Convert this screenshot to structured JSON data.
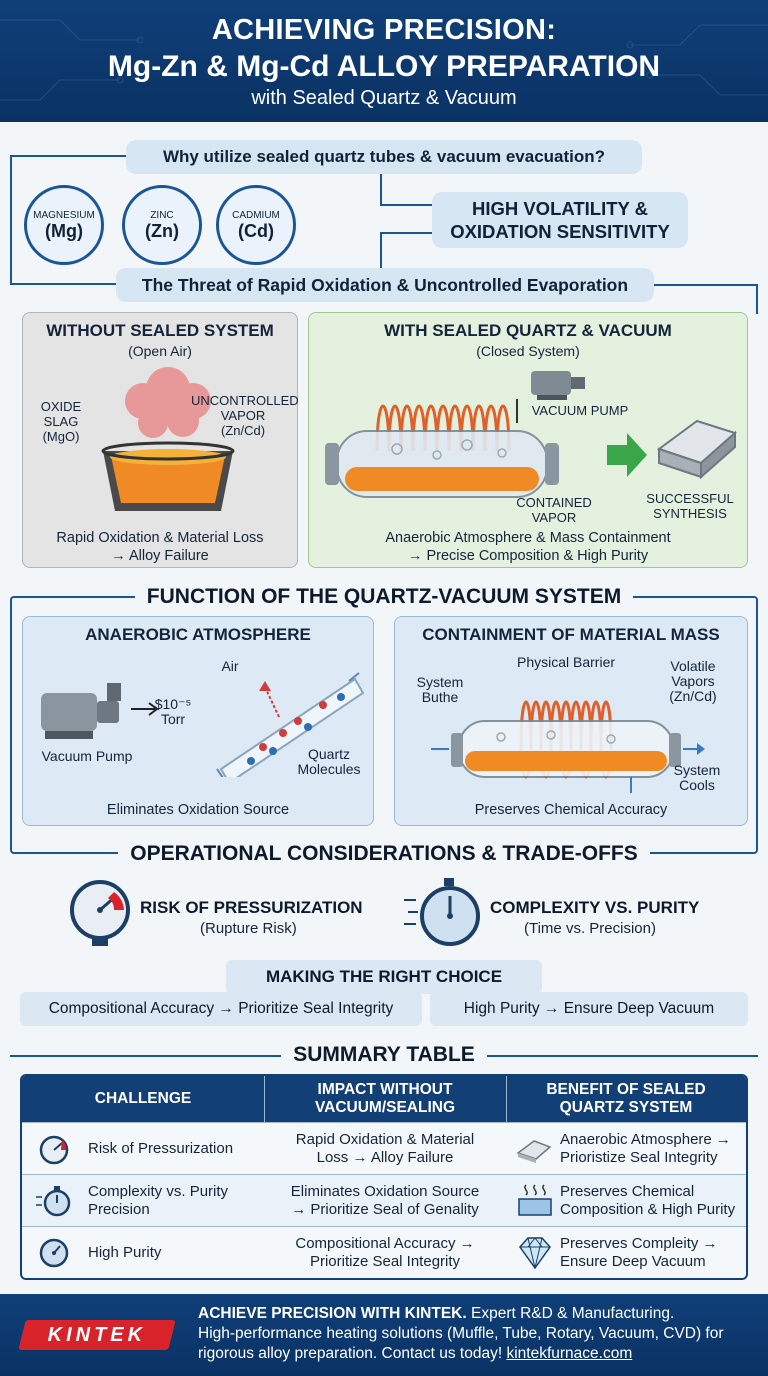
{
  "header": {
    "title_line1": "ACHIEVING PRECISION:",
    "title_line2": "Mg-Zn & Mg-Cd ALLOY PREPARATION",
    "subtitle": "with Sealed Quartz & Vacuum"
  },
  "intro": {
    "question": "Why utilize sealed quartz tubes & vacuum evacuation?",
    "elements": [
      {
        "name": "MAGNESIUM",
        "symbol": "(Mg)"
      },
      {
        "name": "ZINC",
        "symbol": "(Zn)"
      },
      {
        "name": "CADMIUM",
        "symbol": "(Cd)"
      }
    ],
    "property_line1": "HIGH VOLATILITY &",
    "property_line2": "OXIDATION SENSITIVITY",
    "threat": "The Threat of Rapid Oxidation & Uncontrolled Evaporation"
  },
  "without": {
    "title": "WITHOUT SEALED SYSTEM",
    "subtitle": "(Open Air)",
    "label_slag": [
      "OXIDE",
      "SLAG",
      "(MgO)"
    ],
    "label_vapor": [
      "UNCONTROLLED",
      "VAPOR",
      "(Zn/Cd)"
    ],
    "caption_line1": "Rapid Oxidation & Material Loss",
    "caption_line2": "→ Alloy Failure"
  },
  "with": {
    "title": "WITH SEALED QUARTZ & VACUUM",
    "subtitle": "(Closed System)",
    "label_pump": "VACUUM PUMP",
    "label_vapor": [
      "CONTAINED",
      "VAPOR"
    ],
    "label_success": [
      "SUCCESSFUL",
      "SYNTHESIS"
    ],
    "caption_line1": "Anaerobic Atmosphere & Mass Containment",
    "caption_line2": "→ Precise Composition & High Purity"
  },
  "function": {
    "heading": "FUNCTION OF THE QUARTZ-VACUUM SYSTEM",
    "anaerobic": {
      "title": "ANAEROBIC ATMOSPHERE",
      "label_air": "Air",
      "label_torr": "$10⁻⁵ Torr",
      "label_pump": "Vacuum Pump",
      "label_quartz": [
        "Quartz",
        "Molecules"
      ],
      "caption": "Eliminates Oxidation Source"
    },
    "containment": {
      "title": "CONTAINMENT OF MATERIAL MASS",
      "label_barrier": "Physical Barrier",
      "label_system": [
        "System",
        "Buthe"
      ],
      "label_vapors": [
        "Volatile",
        "Vapors",
        "(Zn/Cd)"
      ],
      "label_cools": [
        "System",
        "Cools"
      ],
      "caption": "Preserves Chemical Accuracy"
    }
  },
  "operational": {
    "heading": "OPERATIONAL CONSIDERATIONS & TRADE-OFFS",
    "risk_title": "RISK OF PRESSURIZATION",
    "risk_sub": "(Rupture Risk)",
    "complexity_title": "COMPLEXITY VS. PURITY",
    "complexity_sub": "(Time vs. Precision)",
    "choice_heading": "MAKING THE RIGHT CHOICE",
    "choice_left": "Compositional Accuracy → Prioritize Seal Integrity",
    "choice_right": "High Purity → Ensure Deep Vacuum"
  },
  "summary": {
    "heading": "SUMMARY TABLE",
    "headers": [
      "CHALLENGE",
      "IMPACT WITHOUT|VACUUM/SEALING",
      "BENEFIT OF SEALED|QUARTZ SYSTEM"
    ],
    "rows": [
      {
        "challenge": "Risk of Pressurization",
        "impact": "Rapid Oxidation & Material|Loss → Alloy Failure",
        "benefit": "Anaerobic Atmosphere →|Prioristize Seal Integrity"
      },
      {
        "challenge": "Complexity vs. Purity|Precision",
        "impact": "Eliminates Oxidation Source|→ Prioritize Seal of Genality",
        "benefit": "Preserves Chemical|Composition & High Purity"
      },
      {
        "challenge": "High Purity",
        "impact": "Compositional Accuracy →|Prioritize Seal Integrity",
        "benefit": "Preserves Compleity →|Ensure Deep Vacuum"
      }
    ]
  },
  "footer": {
    "logo": "KINTEK",
    "lead": "ACHIEVE PRECISION WITH KINTEK.",
    "text1": " Expert R&D & Manufacturing.",
    "text2": "High-performance heating solutions (Muffle, Tube, Rotary, Vacuum, CVD) for",
    "text3": "rigorous alloy preparation. Contact us today! ",
    "link": "kintekfurnace.com"
  },
  "colors": {
    "navy": "#0f3f78",
    "accent_blue": "#1c5595",
    "pill_blue": "#d6e6f3",
    "green_panel": "#e4f1df",
    "gray_panel": "#e4e4e4",
    "red_logo": "#d8232a",
    "flame_orange": "#f08a24"
  }
}
